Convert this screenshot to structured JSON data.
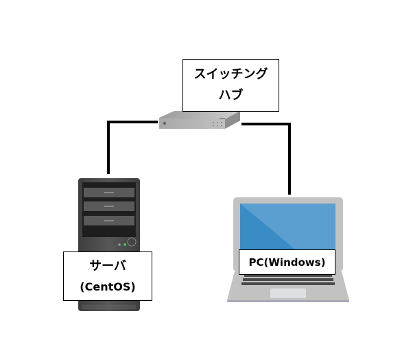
{
  "diagram": {
    "type": "network-topology",
    "nodes": {
      "hub": {
        "label_line1": "スイッチング",
        "label_line2": "ハブ",
        "icon": "network-switch-icon"
      },
      "server": {
        "label_line1": "サーバ",
        "label_line2": "(CentOS)",
        "icon": "tower-server-icon"
      },
      "pc": {
        "label": "PC(Windows)",
        "icon": "laptop-icon"
      }
    },
    "connections": [
      {
        "from": "hub",
        "to": "server"
      },
      {
        "from": "hub",
        "to": "pc"
      }
    ],
    "colors": {
      "wire": "#000000",
      "screen": "#3a8cc4",
      "laptop_body": "#c2c2c2",
      "server_body": "#4a4a4a",
      "hub_body": "#b5b5b5",
      "led_green": "#39c24a"
    }
  }
}
